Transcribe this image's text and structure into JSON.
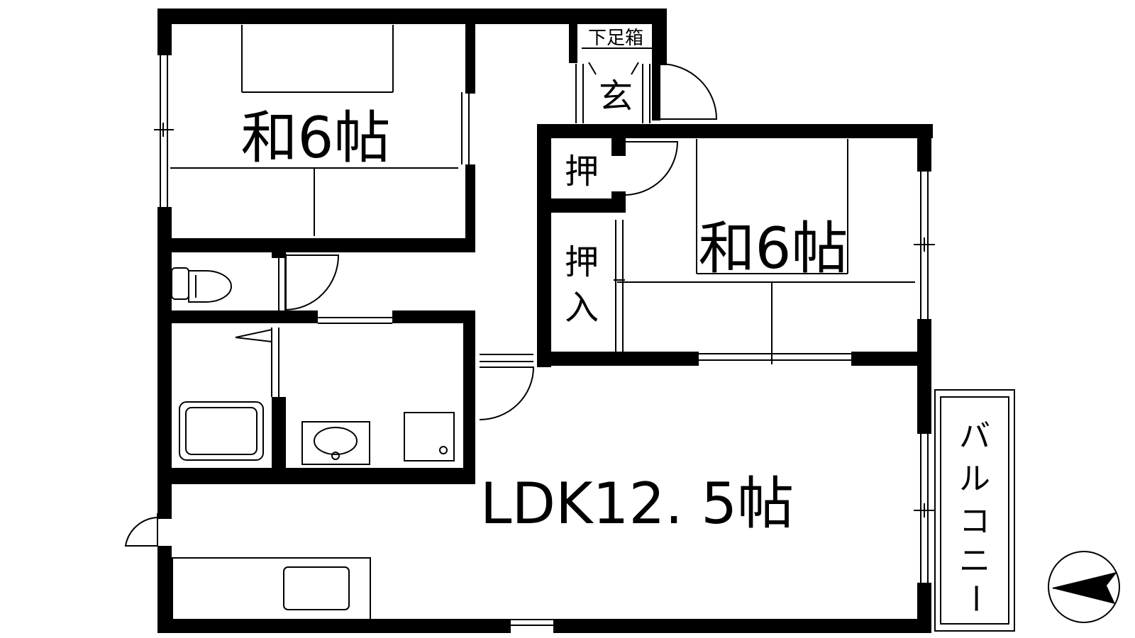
{
  "rooms": {
    "washitsu_west": {
      "label": "和6帖"
    },
    "washitsu_east": {
      "label": "和6帖"
    },
    "ldk": {
      "label": "LDK12. 5帖"
    },
    "genkan": {
      "label": "玄"
    },
    "shoebox": {
      "label": "下足箱"
    },
    "closet_small": {
      "label": "押"
    },
    "closet_large": {
      "label_line1": "押",
      "label_line2": "入"
    },
    "balcony": {
      "label_chars": [
        "バ",
        "ル",
        "コ",
        "ニ",
        "ー"
      ]
    }
  },
  "colors": {
    "wall": "#000000",
    "background": "#ffffff",
    "line": "#000000"
  },
  "icons": {
    "compass": "north-arrow-icon",
    "toilet": "toilet-icon",
    "bathtub": "bathtub-icon",
    "wash_basin": "wash-basin-icon",
    "washing_machine": "washing-machine-pan-icon",
    "kitchen_sink": "kitchen-sink-icon"
  }
}
